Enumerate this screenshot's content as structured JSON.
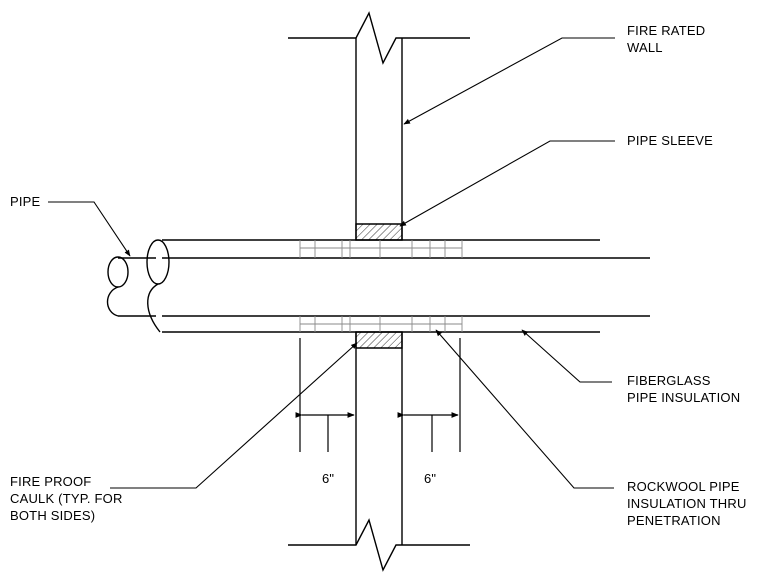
{
  "labels": {
    "fire_rated_wall": [
      "FIRE RATED",
      "WALL"
    ],
    "pipe_sleeve": [
      "PIPE SLEEVE"
    ],
    "pipe": [
      "PIPE"
    ],
    "fiberglass_insulation": [
      "FIBERGLASS",
      "PIPE INSULATION"
    ],
    "fire_proof_caulk": [
      "FIRE PROOF",
      "CAULK (TYP. FOR",
      "BOTH SIDES)"
    ],
    "rockwool_insulation": [
      "ROCKWOOL PIPE",
      "INSULATION THRU",
      "PENETRATION"
    ],
    "dimension_left": "6\"",
    "dimension_right": "6\""
  }
}
